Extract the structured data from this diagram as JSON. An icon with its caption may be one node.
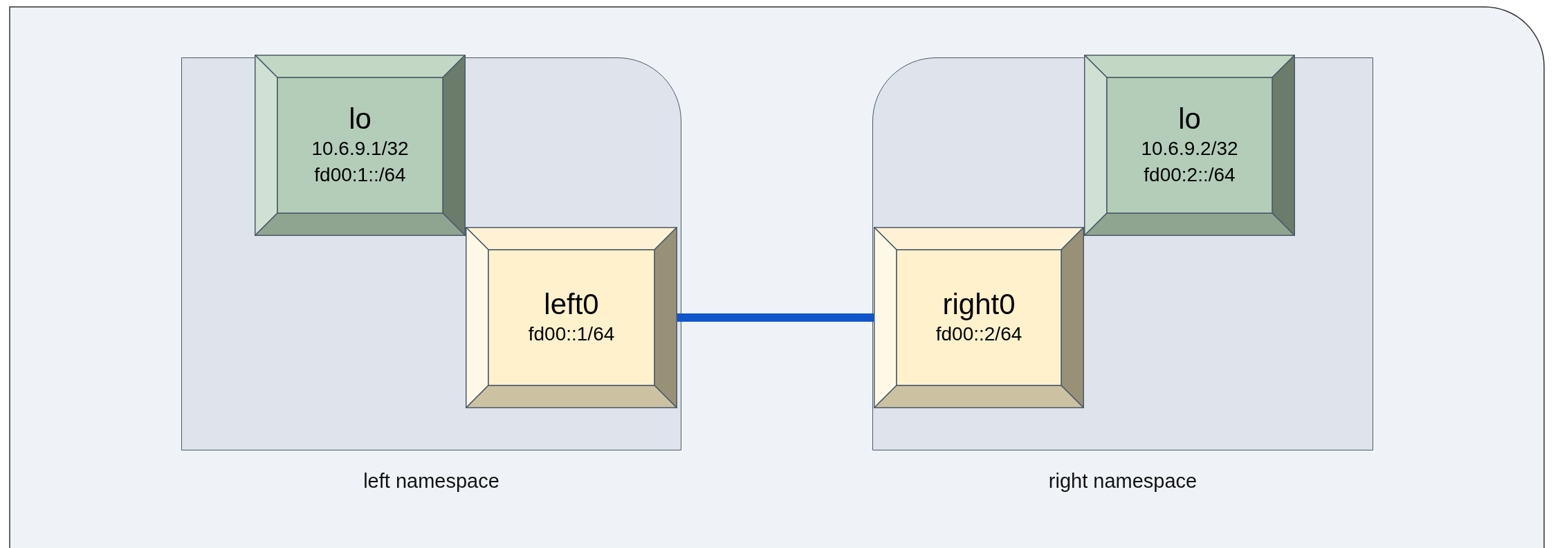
{
  "diagram": {
    "nodes": [
      {
        "text": [
          "left namespace"
        ]
      },
      {
        "text": [
          "lo",
          "10.6.9.1/32",
          "fd00:1::/64"
        ],
        "in": 0
      },
      {
        "text": [
          "left0",
          "fd00::1/64"
        ],
        "in": 0
      },
      {
        "text": [
          "right namespace"
        ]
      },
      {
        "text": [
          "lo",
          "10.6.9.2/32",
          "fd00:2::/64"
        ],
        "in": 3
      },
      {
        "text": [
          "right0",
          "fd00::2/64"
        ],
        "in": 3
      }
    ],
    "edges": [
      {
        "from": 2,
        "to": 5,
        "arrow": "none",
        "color": "#1155cc"
      }
    ]
  }
}
